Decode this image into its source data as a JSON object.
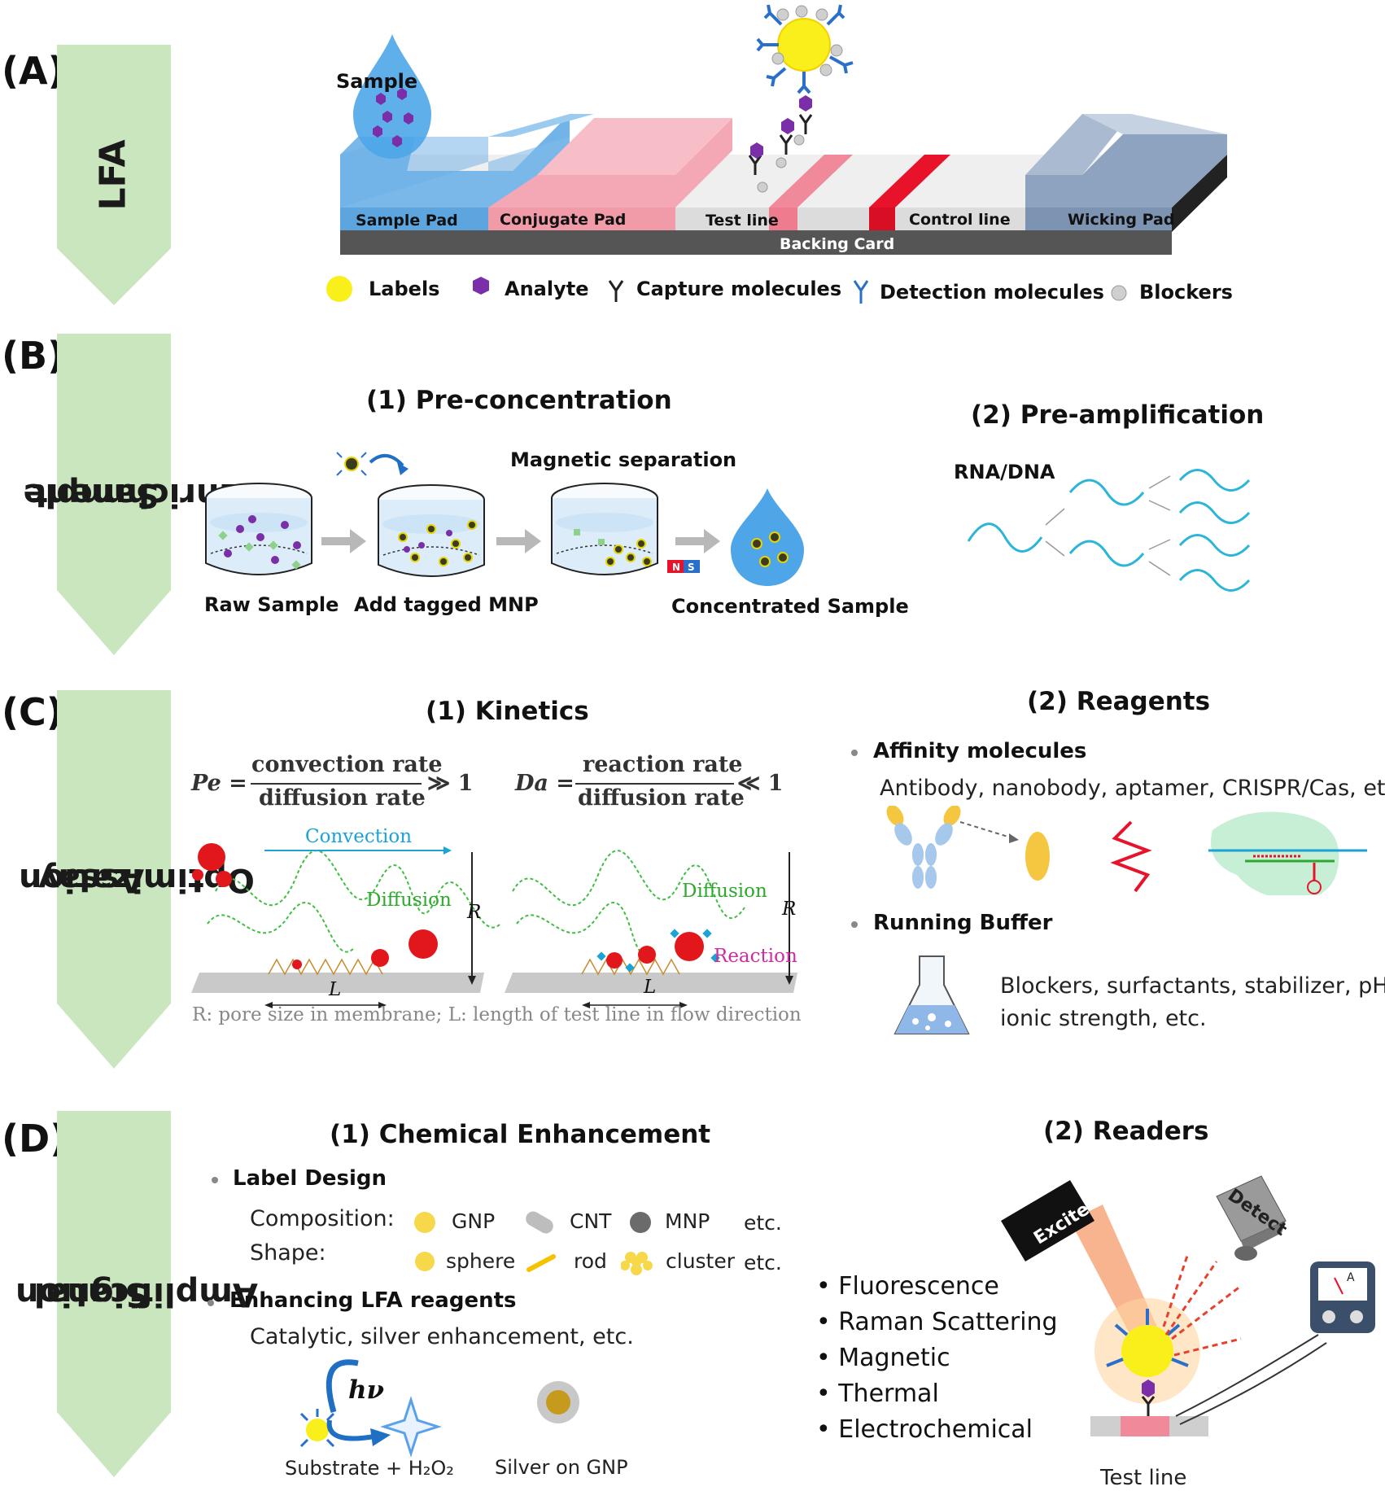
{
  "sections": {
    "a": {
      "tag": "(A)",
      "arrow_label": "LFA"
    },
    "b": {
      "tag": "(B)",
      "arrow_line1": "Sample",
      "arrow_line2": "Enrichment"
    },
    "c": {
      "tag": "(C)",
      "arrow_line1": "Assay",
      "arrow_line2": "Optimization"
    },
    "d": {
      "tag": "(D)",
      "arrow_line1": "Signal",
      "arrow_line2": "Amplification"
    }
  },
  "lfa": {
    "sample_label": "Sample",
    "sample_pad": "Sample Pad",
    "conjugate_pad": "Conjugate Pad",
    "test_line": "Test line",
    "control_line": "Control line",
    "wicking_pad": "Wicking Pad",
    "backing_card": "Backing Card",
    "legend": {
      "labels": "Labels",
      "analyte": "Analyte",
      "capture": "Capture molecules",
      "detection": "Detection molecules",
      "blockers": "Blockers"
    }
  },
  "enrichment": {
    "pre_conc_title": "(1) Pre-concentration",
    "pre_amp_title": "(2) Pre-amplification",
    "magnetic_separation": "Magnetic separation",
    "raw_sample": "Raw Sample",
    "add_mnp": "Add tagged MNP",
    "concentrated": "Concentrated Sample",
    "rna_dna": "RNA/DNA",
    "magnet_n": "N",
    "magnet_s": "S"
  },
  "optimization": {
    "kinetics_title": "(1) Kinetics",
    "reagents_title": "(2) Reagents",
    "pe": {
      "lhs": "Pe =",
      "num": "convection rate",
      "den": "diffusion rate",
      "rel": "≫ 1"
    },
    "da": {
      "lhs": "Da =",
      "num": "reaction rate",
      "den": "diffusion rate",
      "rel": "≪ 1"
    },
    "convection": "Convection",
    "diffusion": "Diffusion",
    "reaction": "Reaction",
    "r_symbol": "R",
    "l_symbol": "L",
    "caption": "R: pore size in membrane;  L: length  of test line in flow direction",
    "affinity_title": "Affinity molecules",
    "affinity_text": "Antibody, nanobody, aptamer, CRISPR/Cas, etc.",
    "buffer_title": "Running Buffer",
    "buffer_line1": "Blockers, surfactants, stabilizer, pH,",
    "buffer_line2": "ionic strength, etc."
  },
  "amplification": {
    "chem_title": "(1) Chemical Enhancement",
    "readers_title": "(2) Readers",
    "label_design": "Label Design",
    "composition": "Composition:",
    "shape": "Shape:",
    "gnp": "GNP",
    "cnt": "CNT",
    "mnp": "MNP",
    "etc": "etc.",
    "sphere": "sphere",
    "rod": "rod",
    "cluster": "cluster",
    "enhancing": "Enhancing LFA reagents",
    "enhancing_text": "Catalytic, silver enhancement,  etc.",
    "hv": "hν",
    "substrate": "Substrate + H₂O₂",
    "silver": "Silver on GNP",
    "excite": "Excite",
    "detect": "Detect",
    "readers": [
      "Fluorescence",
      "Raman Scattering",
      "Magnetic",
      "Thermal",
      "Electrochemical"
    ],
    "test_line": "Test line",
    "meter": "A"
  },
  "colors": {
    "arrow_green": "#c9e6bf",
    "sample_blue": "#6aaee6",
    "conjugate_pink": "#f4a7b4",
    "test_red": "#e8132a",
    "wicking_slate": "#8ea3bf",
    "label_yellow": "#f9ef1a",
    "analyte_purple": "#7a2fa8",
    "detection_blue": "#2a6fc9"
  }
}
